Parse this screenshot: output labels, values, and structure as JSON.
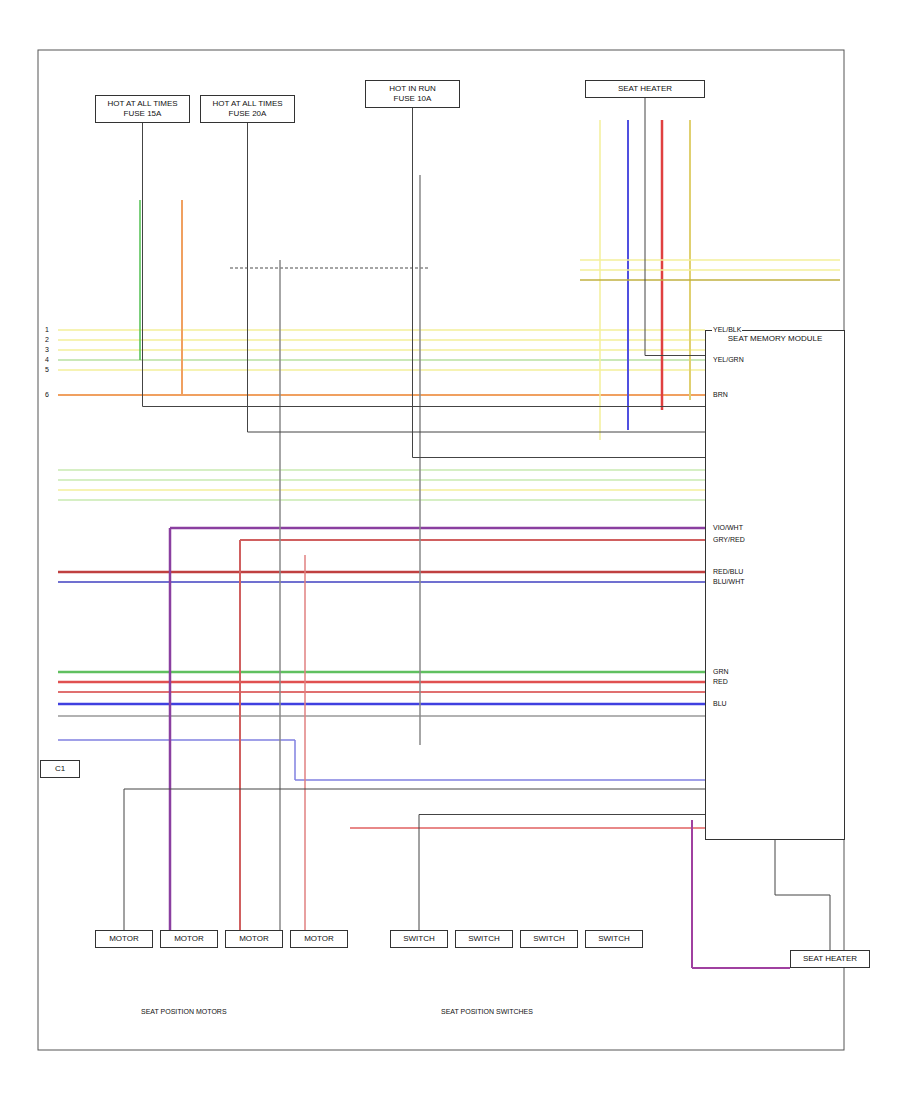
{
  "diagram": {
    "nodes": [
      {
        "text": [
          "HOT AT ALL TIMES",
          "FUSE 15A"
        ]
      },
      {
        "text": [
          "HOT AT ALL TIMES",
          "FUSE 20A"
        ]
      },
      {
        "text": [
          "HOT IN RUN",
          "FUSE 10A"
        ]
      },
      {
        "text": [
          "SEAT HEATER"
        ]
      },
      {
        "text": [
          "SEAT MEMORY MODULE"
        ]
      },
      {
        "text": [
          "C1"
        ]
      },
      {
        "text": [
          "MOTOR"
        ]
      },
      {
        "text": [
          "MOTOR"
        ]
      },
      {
        "text": [
          "MOTOR"
        ]
      },
      {
        "text": [
          "MOTOR"
        ]
      },
      {
        "text": [
          "SWITCH"
        ]
      },
      {
        "text": [
          "SWITCH"
        ]
      },
      {
        "text": [
          "SWITCH"
        ]
      },
      {
        "text": [
          "SWITCH"
        ]
      },
      {
        "text": [
          "SEAT HEATER"
        ]
      }
    ],
    "edges": [
      {
        "from": 0,
        "to": 4,
        "arrow": "none"
      },
      {
        "from": 1,
        "to": 4,
        "arrow": "none"
      },
      {
        "from": 2,
        "to": 4,
        "arrow": "none"
      },
      {
        "from": 3,
        "to": 4,
        "arrow": "none"
      },
      {
        "from": 4,
        "to": 6,
        "arrow": "none"
      },
      {
        "from": 4,
        "to": 10,
        "arrow": "none"
      },
      {
        "from": 4,
        "to": 14,
        "arrow": "none"
      }
    ],
    "labels": [
      "1",
      "2",
      "3",
      "4",
      "5",
      "6",
      "YEL/BLK",
      "YEL/GRN",
      "BRN",
      "RED/BLU",
      "BLU/WHT",
      "VIO/WHT",
      "GRY/RED",
      "GRN",
      "RED",
      "BLU",
      "SEAT POSITION MOTORS",
      "SEAT POSITION SWITCHES"
    ]
  }
}
